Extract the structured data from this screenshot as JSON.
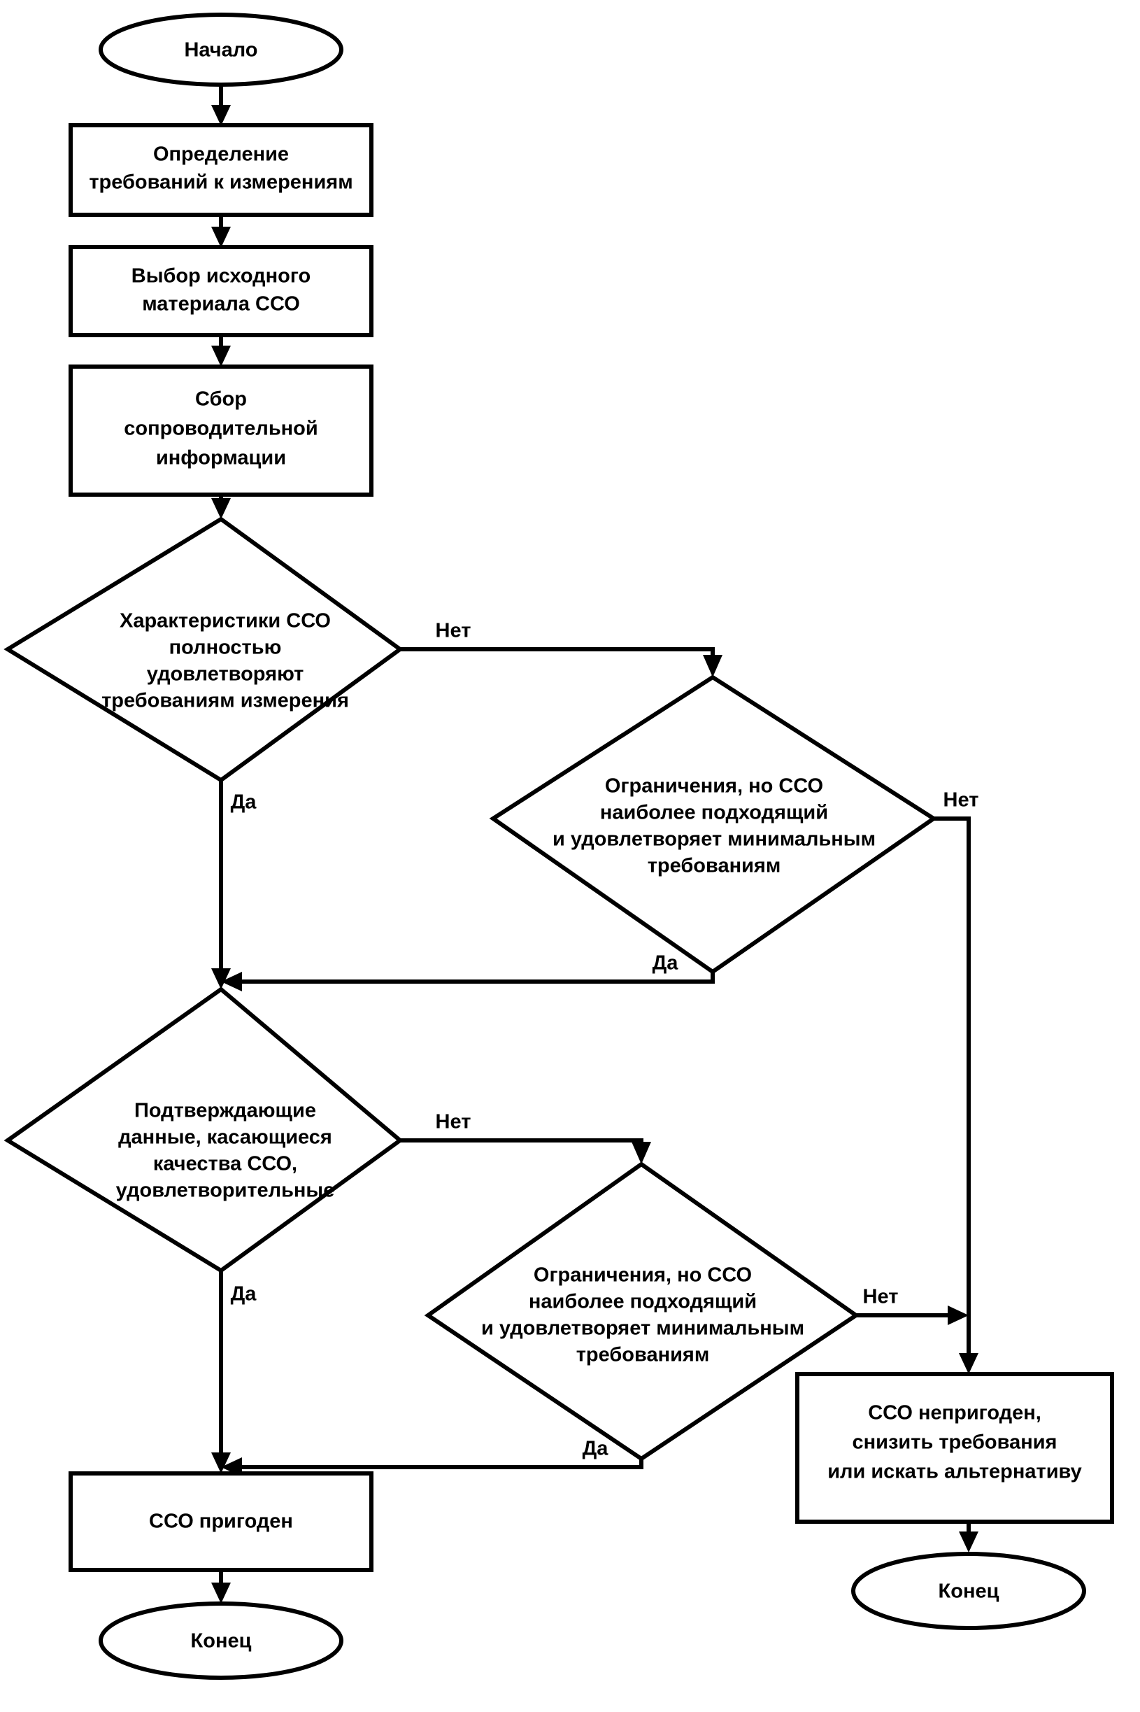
{
  "diagram": {
    "type": "flowchart",
    "language": "ru",
    "orientation": "vertical",
    "background_color": "#ffffff",
    "line_color": "#000000",
    "text_color": "#000000",
    "nodes": {
      "start": {
        "shape": "terminator",
        "label": "Начало"
      },
      "step_requirements": {
        "shape": "process",
        "line1": "Определение",
        "line2": "требований к измерениям"
      },
      "step_select_material": {
        "shape": "process",
        "line1": "Выбор исходного",
        "line2": "материала ССО"
      },
      "step_collect_info": {
        "shape": "process",
        "line1": "Сбор",
        "line2": "сопроводительной",
        "line3": "информации"
      },
      "decision_characteristics": {
        "shape": "decision",
        "line1": "Характеристики ССО",
        "line2": "полностью",
        "line3": "удовлетворяют",
        "line4": "требованиям измерения"
      },
      "decision_limitations_1": {
        "shape": "decision",
        "line1": "Ограничения, но ССО",
        "line2": "наиболее подходящий",
        "line3": "и удовлетворяет минимальным",
        "line4": "требованиям"
      },
      "decision_confirming_data": {
        "shape": "decision",
        "line1": "Подтверждающие",
        "line2": "данные, касающиеся",
        "line3": "качества ССО,",
        "line4": "удовлетворительные"
      },
      "decision_limitations_2": {
        "shape": "decision",
        "line1": "Ограничения, но ССО",
        "line2": "наиболее подходящий",
        "line3": "и удовлетворяет минимальным",
        "line4": "требованиям"
      },
      "result_suitable": {
        "shape": "process",
        "label": "ССО пригоден"
      },
      "result_unsuitable": {
        "shape": "process",
        "line1": "ССО непригоден,",
        "line2": "снизить требования",
        "line3": "или искать альтернативу"
      },
      "end_left": {
        "shape": "terminator",
        "label": "Конец"
      },
      "end_right": {
        "shape": "terminator",
        "label": "Конец"
      }
    },
    "edge_labels": {
      "characteristics_no": "Нет",
      "characteristics_yes": "Да",
      "limitations1_no": "Нет",
      "limitations1_yes": "Да",
      "confirming_no": "Нет",
      "confirming_yes": "Да",
      "limitations2_no": "Нет",
      "limitations2_yes": "Да"
    }
  }
}
